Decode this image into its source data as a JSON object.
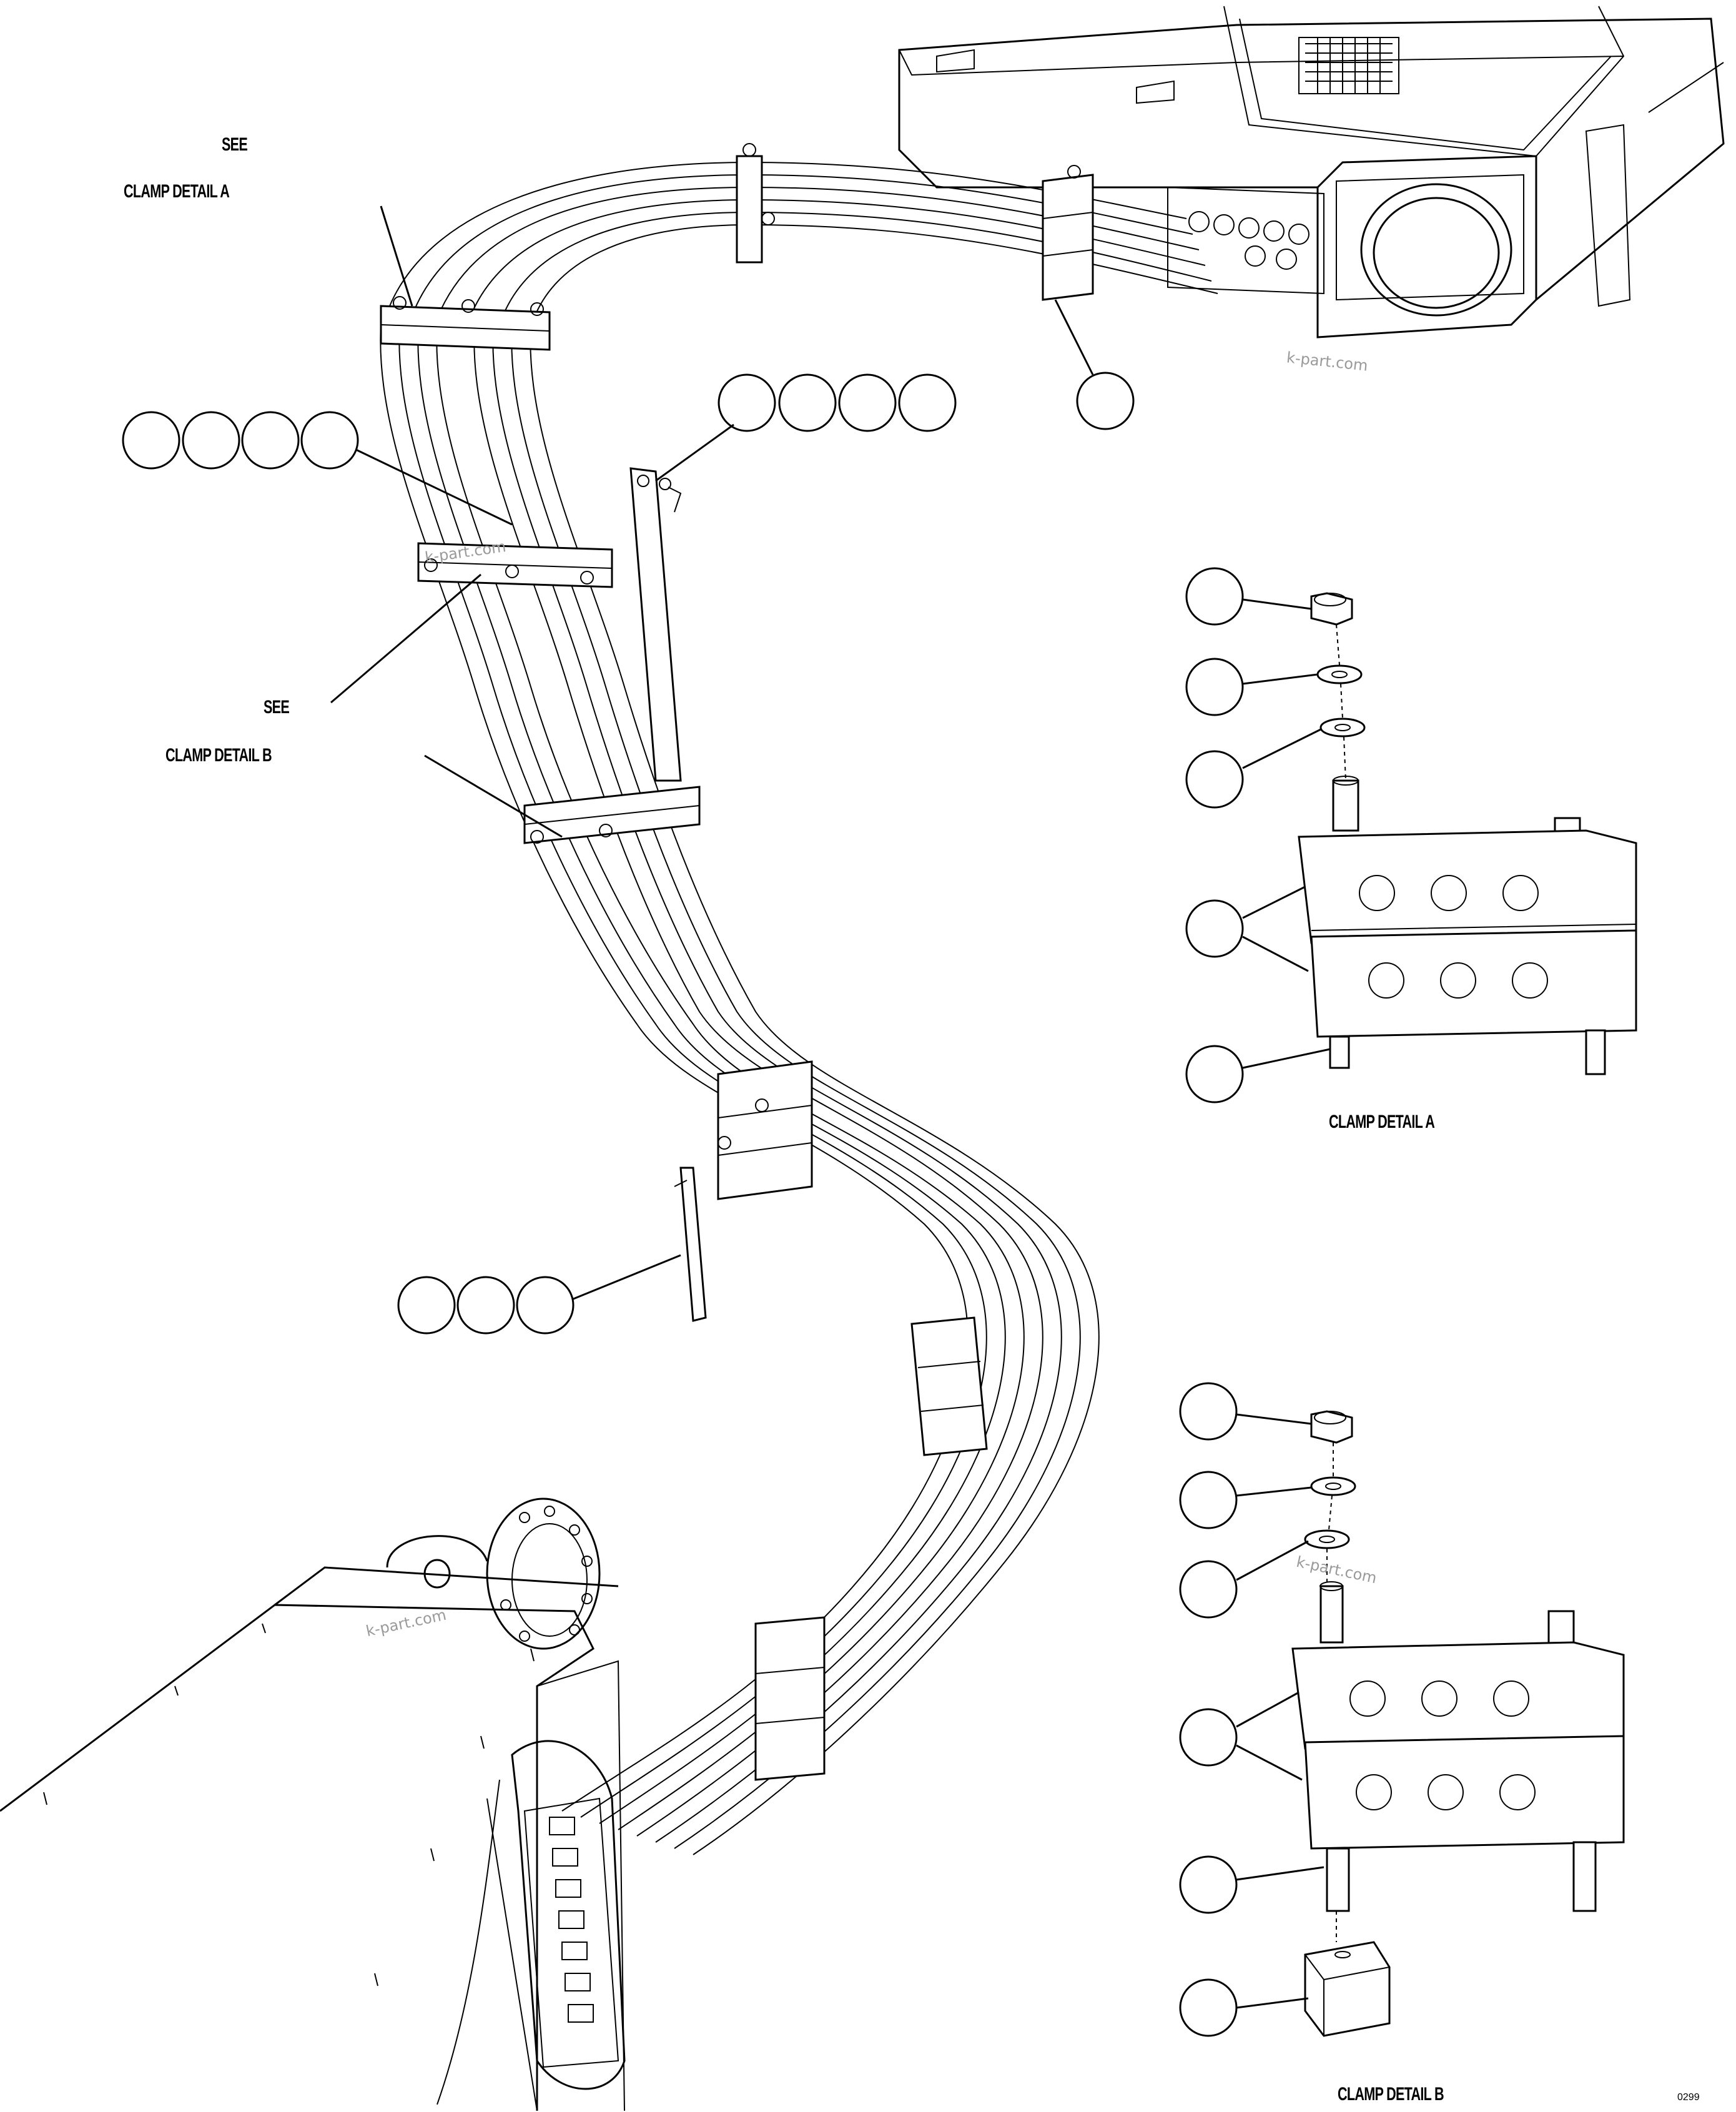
{
  "labels": {
    "see_a": "SEE",
    "clamp_detail_a_ref": "CLAMP DETAIL A",
    "see_b": "SEE",
    "clamp_detail_b_ref": "CLAMP DETAIL B",
    "clamp_detail_a_title": "CLAMP DETAIL A",
    "clamp_detail_b_title": "CLAMP DETAIL B"
  },
  "watermarks": [
    "k-part.com",
    "k-part.com",
    "k-part.com",
    "k-part.com"
  ],
  "drawing_code": "0299"
}
